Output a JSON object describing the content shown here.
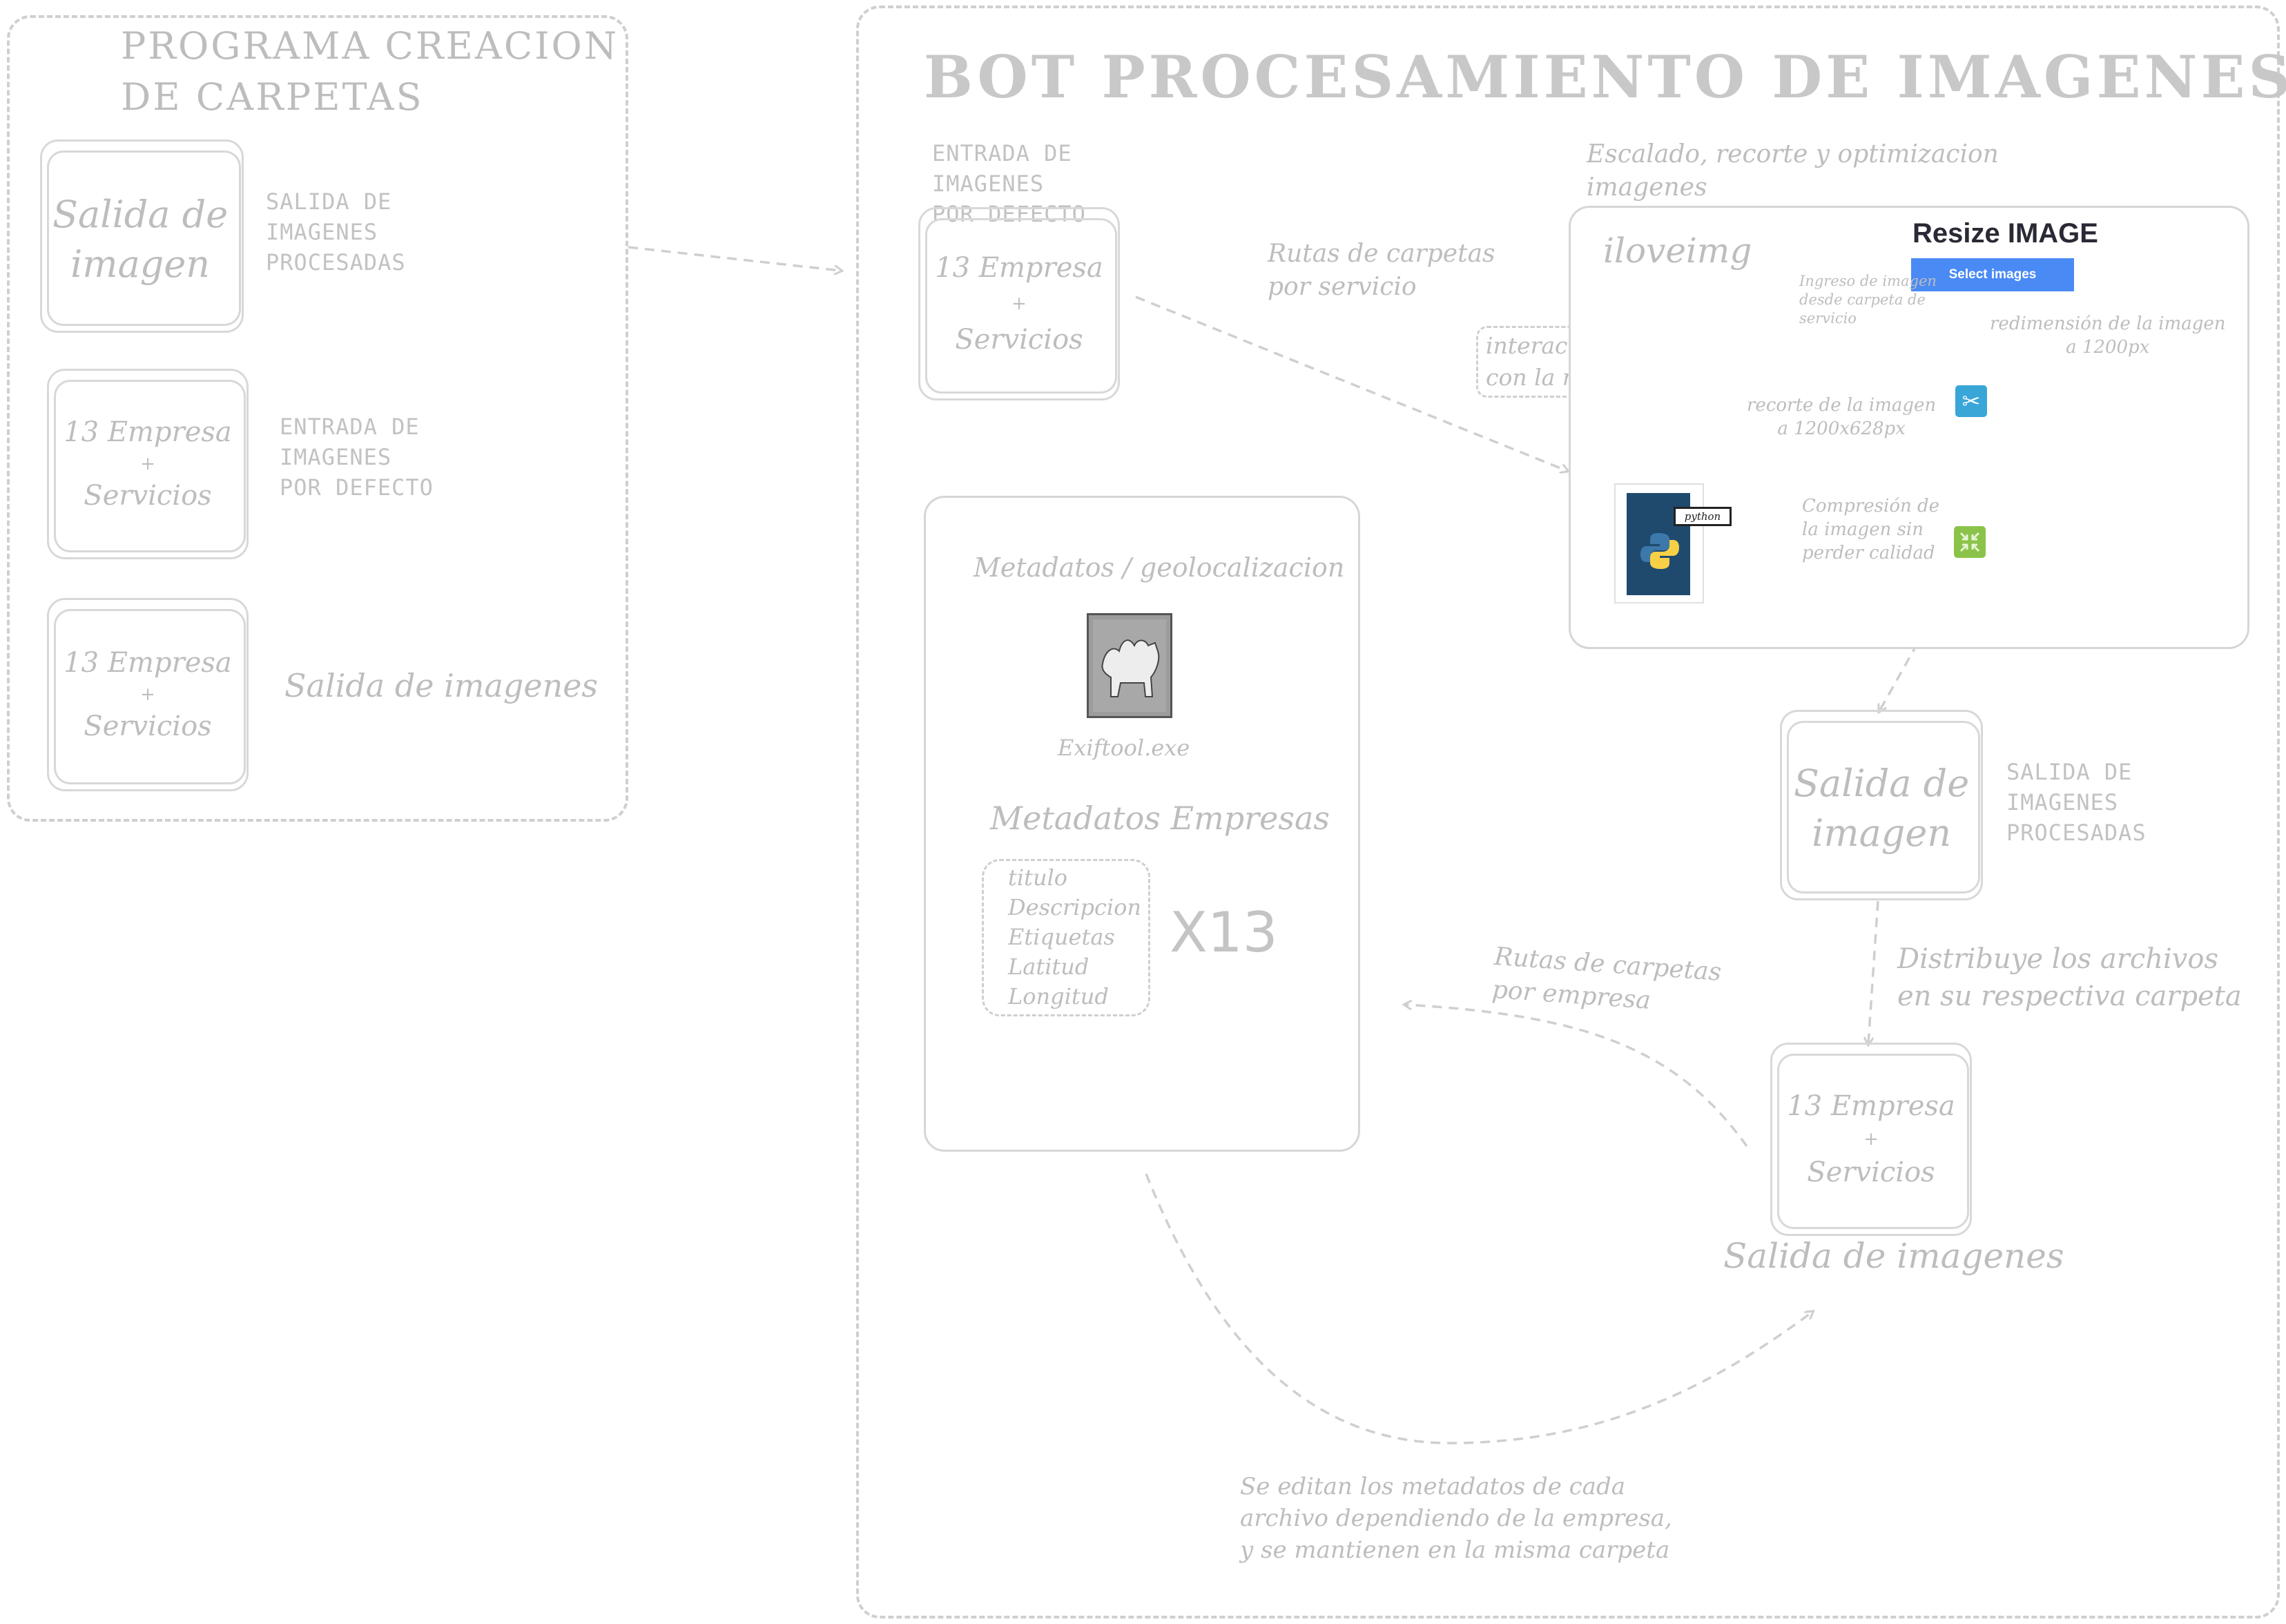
{
  "left_panel": {
    "title": "PROGRAMA CREACION\nDE CARPETAS",
    "card1": {
      "text": "Salida de\nimagen",
      "caption": "SALIDA DE\nIMAGENES\nPROCESADAS"
    },
    "card2": {
      "line1": "13 Empresa",
      "plus": "+",
      "line2": "Servicios",
      "caption": "ENTRADA DE\nIMAGENES\nPOR DEFECTO"
    },
    "card3": {
      "line1": "13 Empresa",
      "plus": "+",
      "line2": "Servicios",
      "caption": "Salida de imagenes"
    }
  },
  "main_panel": {
    "title": "BOT PROCESAMIENTO DE IMAGENES",
    "input_caption": "ENTRADA DE\nIMAGENES\nPOR DEFECTO",
    "input_card": {
      "line1": "13 Empresa",
      "plus": "+",
      "line2": "Servicios"
    },
    "routes_service_label": "Rutas de carpetas\npor servicio",
    "network_label": "interacción\ncon la red",
    "process_title": "Escalado, recorte y optimizacion\nimagenes",
    "iloveimg_label": "iloveimg",
    "resize_title": "Resize IMAGE",
    "select_images_button": "Select images",
    "ingreso_label": "Ingreso de imagen\ndesde carpeta de\nservicio",
    "resize_label": "redimensión de la imagen\na 1200px",
    "crop_label": "recorte de la imagen\na 1200x628px",
    "compress_label": "Compresión de\nla imagen sin\nperder calidad",
    "python_badge": "python",
    "metadata_title": "Metadatos / geolocalizacion",
    "exiftool_label": "Exiftool.exe",
    "metadata_companies_title": "Metadatos Empresas",
    "metadata_fields": [
      "titulo",
      "Descripcion",
      "Etiquetas",
      "Latitud",
      "Longitud"
    ],
    "multiplier": "X13",
    "output_card": {
      "text": "Salida de\nimagen",
      "caption": "SALIDA DE\nIMAGENES\nPROCESADAS"
    },
    "distribute_label": "Distribuye los archivos\nen su respectiva carpeta",
    "routes_company_label": "Rutas de carpetas\npor empresa",
    "final_card": {
      "line1": "13 Empresa",
      "plus": "+",
      "line2": "Servicios",
      "caption": "Salida de imagenes"
    },
    "edit_note": "Se editan los metadatos de cada\narchivo dependiendo de la empresa,\ny se mantienen en la misma carpeta"
  },
  "colors": {
    "stroke": "#cfcfcf",
    "text": "#b4b4b4",
    "select_button": "#4a8af4",
    "scissors_icon": "#3aa6d8",
    "compress_icon": "#8bc34a",
    "python_bg": "#1f4a6e"
  }
}
